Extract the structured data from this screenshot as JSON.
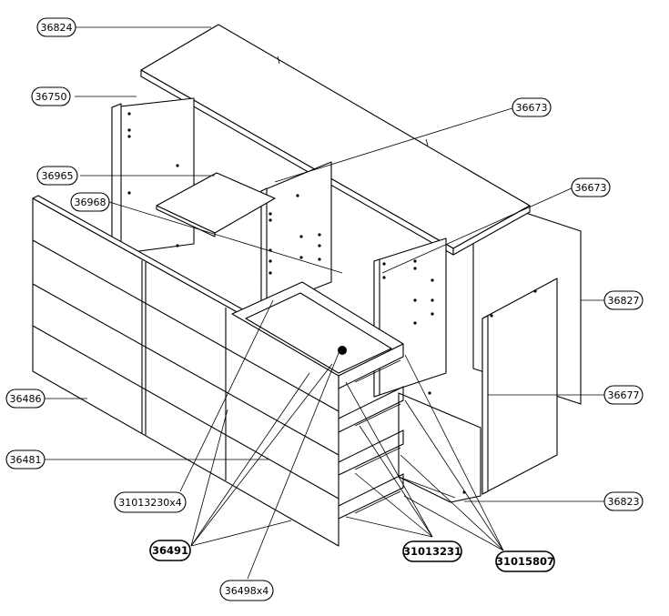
{
  "callouts": {
    "top_panel": "36824",
    "left_side_panel": "36750",
    "upper_divider_right": "36673",
    "shelf": "36965",
    "lower_divider_right": "36673",
    "partition": "36968",
    "back_panel": "36827",
    "right_side_panel": "36677",
    "front_doors": "36486",
    "drawer_fronts": "36481",
    "drawer_slide_set": "31013230x4",
    "knob": "36491",
    "runner_hardware": "31013231",
    "drawer_box": "31015807",
    "bottom_panel": "36823",
    "drawer_base": "36498x4"
  }
}
